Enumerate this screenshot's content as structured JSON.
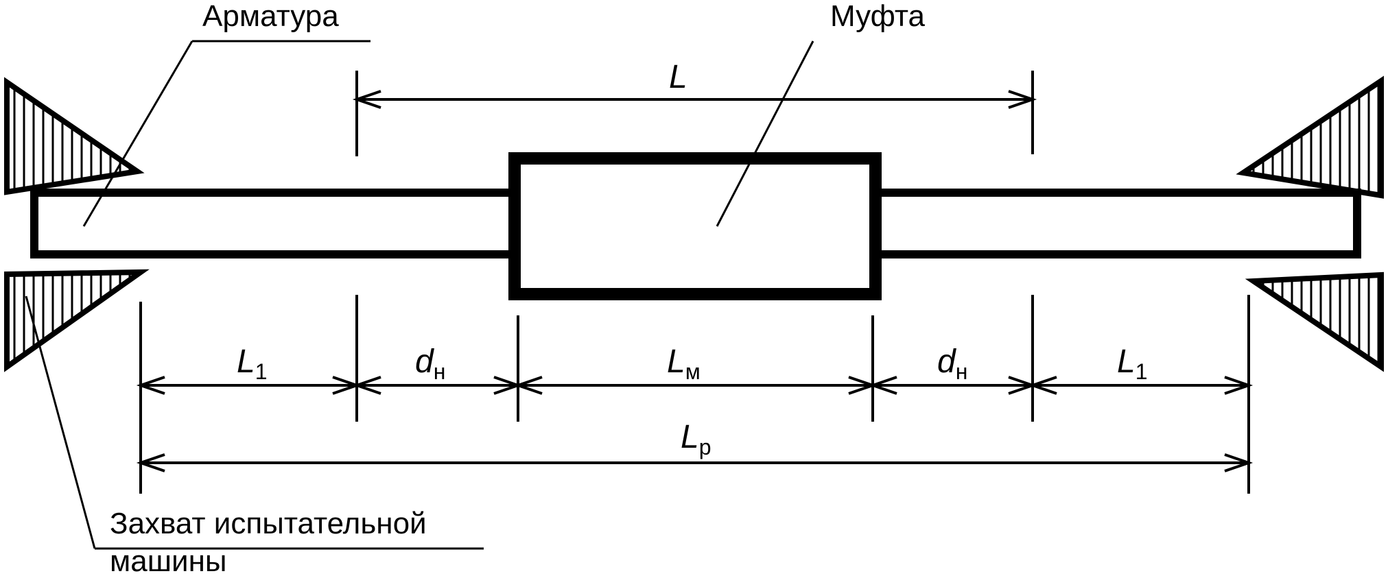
{
  "labels": {
    "rebar": "Арматура",
    "coupler": "Муфта",
    "grip_line1": "Захват испытательной",
    "grip_line2": "машины"
  },
  "dimensions": {
    "L": {
      "main": "L",
      "sub": ""
    },
    "L1_left": {
      "main": "L",
      "sub": "1"
    },
    "dn_left": {
      "main": "d",
      "sub": "н"
    },
    "Lm": {
      "main": "L",
      "sub": "м"
    },
    "dn_right": {
      "main": "d",
      "sub": "н"
    },
    "L1_right": {
      "main": "L",
      "sub": "1"
    },
    "Lp": {
      "main": "L",
      "sub": "р"
    }
  }
}
